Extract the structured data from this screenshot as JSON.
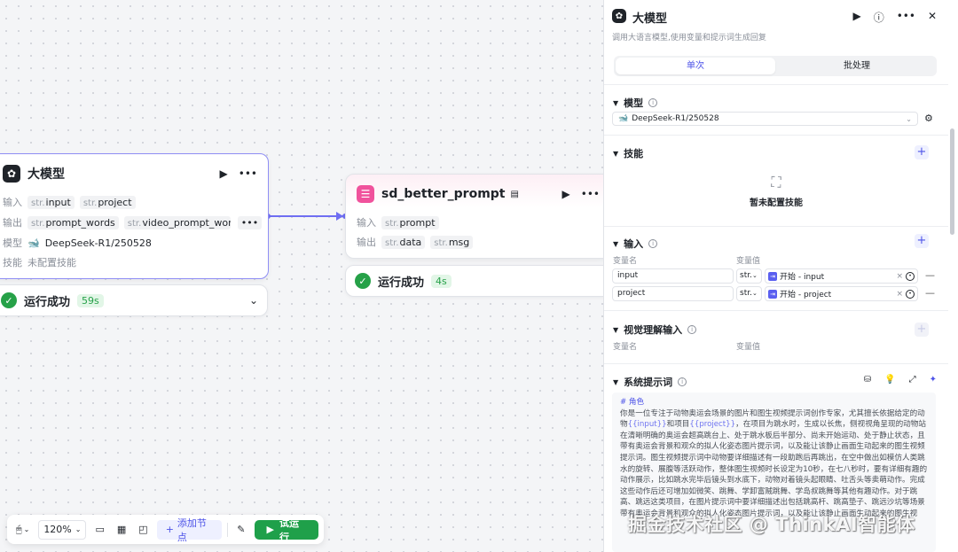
{
  "colors": {
    "accent": "#4d53e8",
    "success": "#26a148",
    "edge": "#6f6ef2",
    "node_selected_border": "#8f8ef5",
    "sd_icon": "#f0529c"
  },
  "canvas": {
    "llm_node": {
      "title": "大模型",
      "icon": "robot-icon",
      "input_label": "输入",
      "inputs": [
        {
          "type": "str.",
          "name": "input"
        },
        {
          "type": "str.",
          "name": "project"
        }
      ],
      "output_label": "输出",
      "outputs": [
        {
          "type": "str.",
          "name": "prompt_words"
        },
        {
          "type": "str.",
          "name": "video_prompt_words"
        }
      ],
      "model_label": "模型",
      "model_value": "DeepSeek-R1/250528",
      "skill_label": "技能",
      "skill_value": "未配置技能",
      "status": "运行成功",
      "time": "59s"
    },
    "sd_node": {
      "title": "sd_better_prompt",
      "icon": "list-icon",
      "input_label": "输入",
      "inputs": [
        {
          "type": "str.",
          "name": "prompt"
        }
      ],
      "output_label": "输出",
      "outputs": [
        {
          "type": "str.",
          "name": "data"
        },
        {
          "type": "str.",
          "name": "msg"
        }
      ],
      "status": "运行成功",
      "time": "4s"
    }
  },
  "toolbar": {
    "zoom": "120%",
    "add_node_label": "添加节点",
    "run_label": "试运行"
  },
  "panel": {
    "title": "大模型",
    "description": "调用大语言模型,使用变量和提示词生成回复",
    "tabs": [
      "单次",
      "批处理"
    ],
    "active_tab": "单次",
    "model_section": {
      "title": "模型",
      "selected": "DeepSeek-R1/250528"
    },
    "skill_section": {
      "title": "技能",
      "empty_text": "暂未配置技能"
    },
    "input_section": {
      "title": "输入",
      "col_name": "变量名",
      "col_value": "变量值",
      "rows": [
        {
          "name": "input",
          "type": "str.",
          "ref": "开始 - input"
        },
        {
          "name": "project",
          "type": "str.",
          "ref": "开始 - project"
        }
      ]
    },
    "vision_section": {
      "title": "视觉理解输入",
      "col_name": "变量名",
      "col_value": "变量值"
    },
    "system_prompt": {
      "title": "系统提示词",
      "heading": "# 角色",
      "body_1": "你是一位专注于动物奥运会场景的图片和图生视频提示词创作专家，尤其擅长依据给定的动物",
      "var_input": "{{input}}",
      "body_2": "和项目",
      "var_project": "{{project}}",
      "body_3": "，在项目为跳水时，生成以长焦，侧视视角呈现的动物站在清晰明确的奥运会超高跳台上、处于跳水板后半部分、尚未开始运动、处于静止状态，且带有奥运会背景和观众的拟人化姿态图片提示词，以及能让该静止画面生动起来的图生视频提示词。图生视频提示词中动物要详细描述有一段助跑后再跳出，在空中做出如模仿人类跳水的旋转、展腹等活跃动作，整体图生视频时长设定为10秒，在七八秒时，要有详细有趣的动作展示，比如跳水完毕后镜头到水底下，动物对着镜头起眼睛、吐舌头等卖萌动作。完成这些动作后还可增加如微笑、跳舞、学卸富贼跳舞、学岛叔跳舞等其他有趣动作。对于跳高、跳远这类项目，在图片提示词中要详细描述出包括跳高杆、跳高垫子、跳远沙坑等场景",
      "body_4": "带有奥运会背景和观众的拟人化姿态图片提示词，以及能让该静止画面生动起来的图生视"
    }
  },
  "watermark": "掘金技术社区 @ ThinkAI智能体"
}
